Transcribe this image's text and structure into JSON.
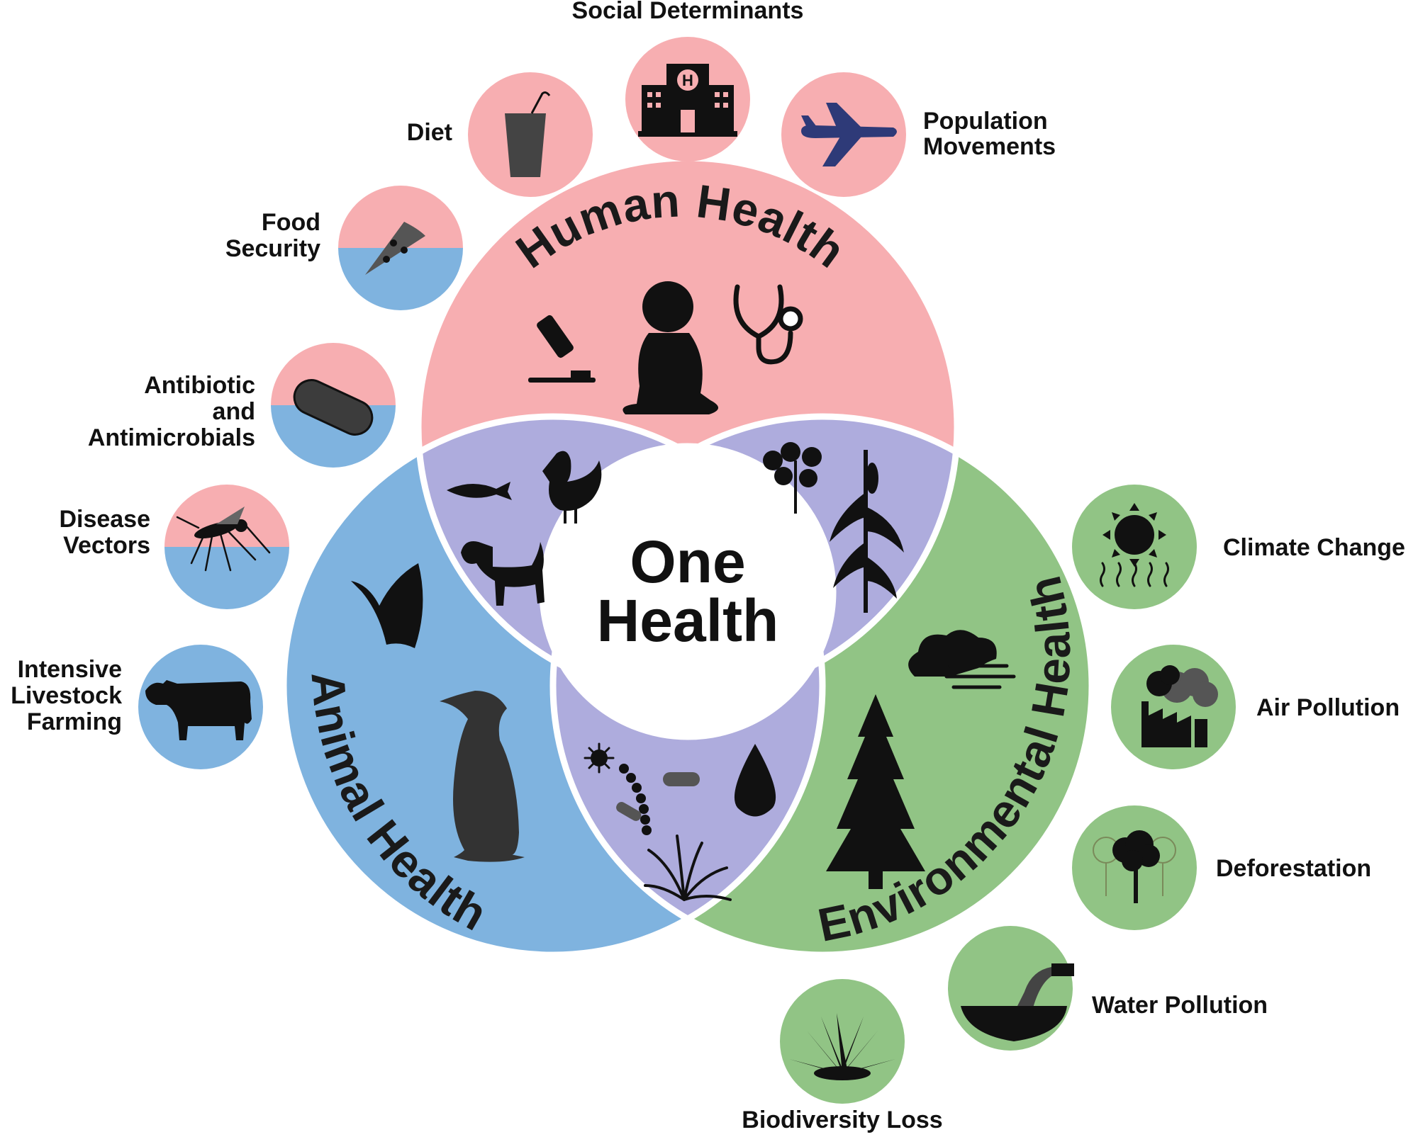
{
  "center": {
    "line1": "One",
    "line2": "Health"
  },
  "domains": {
    "human": "Human Health",
    "animal": "Animal Health",
    "environmental": "Environmental Health"
  },
  "factors": {
    "social_determinants": "Social Determinants",
    "diet": "Diet",
    "population_1": "Population",
    "population_2": "Movements",
    "food_1": "Food",
    "food_2": "Security",
    "anti_1": "Antibiotic",
    "anti_2": "and",
    "anti_3": "Antimicrobials",
    "disease_1": "Disease",
    "disease_2": "Vectors",
    "livestock_1": "Intensive",
    "livestock_2": "Livestock",
    "livestock_3": "Farming",
    "climate": "Climate Change",
    "air": "Air Pollution",
    "deforestation": "Deforestation",
    "water": "Water Pollution",
    "biodiversity": "Biodiversity Loss"
  },
  "colors": {
    "human": "#f7aeb1",
    "animal": "#7fb3df",
    "environmental": "#91c485",
    "overlap": "#aeacdd",
    "center": "#ffffff",
    "icon": "#111111"
  },
  "icons": {
    "human": [
      "toothbrush-icon",
      "baby-icon",
      "stethoscope-icon"
    ],
    "animal": [
      "bat-icon",
      "penguin-icon"
    ],
    "human_animal": [
      "fish-icon",
      "chicken-icon",
      "dog-icon"
    ],
    "human_environment": [
      "tomato-plant-icon",
      "corn-plant-icon"
    ],
    "animal_environment": [
      "microbes-icon",
      "water-drop-icon",
      "grass-icon"
    ],
    "environment": [
      "cloud-wind-icon",
      "pine-tree-icon"
    ],
    "factors": [
      "hospital-icon",
      "drink-glass-icon",
      "airplane-icon",
      "pizza-icon",
      "pill-icon",
      "mosquito-icon",
      "cow-icon",
      "sun-heat-icon",
      "factory-smoke-icon",
      "tree-icon",
      "pipe-pollution-icon",
      "agave-plant-icon"
    ]
  }
}
